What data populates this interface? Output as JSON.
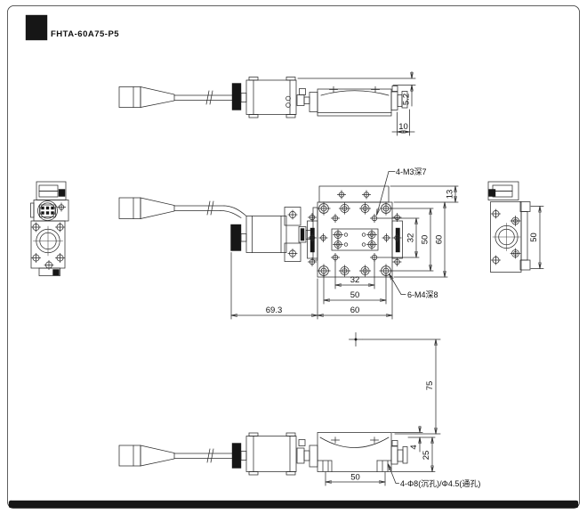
{
  "page": {
    "title": "FHTA-60A75-P5"
  },
  "top_view": {
    "dim_gap": "5.2",
    "dim_offset": "10"
  },
  "plan_view": {
    "callout_top": "4-M3深7",
    "callout_bottom": "6-M4深8",
    "dim_base_lip": "13",
    "dim_hole_32_v": "32",
    "dim_hole_50_v": "50",
    "dim_table_60_v": "60",
    "dim_hole_32_h": "32",
    "dim_hole_50_h": "50",
    "dim_table_60_h": "60",
    "dim_motor_len": "69.3"
  },
  "right_view": {
    "dim_hole_span": "50"
  },
  "front_view": {
    "dim_radius": "75",
    "dim_foot_span": "50",
    "dim_lip": "4",
    "dim_height": "25",
    "callout_base_holes": "4-Φ8(沉孔)/Φ4.5(通孔)"
  }
}
